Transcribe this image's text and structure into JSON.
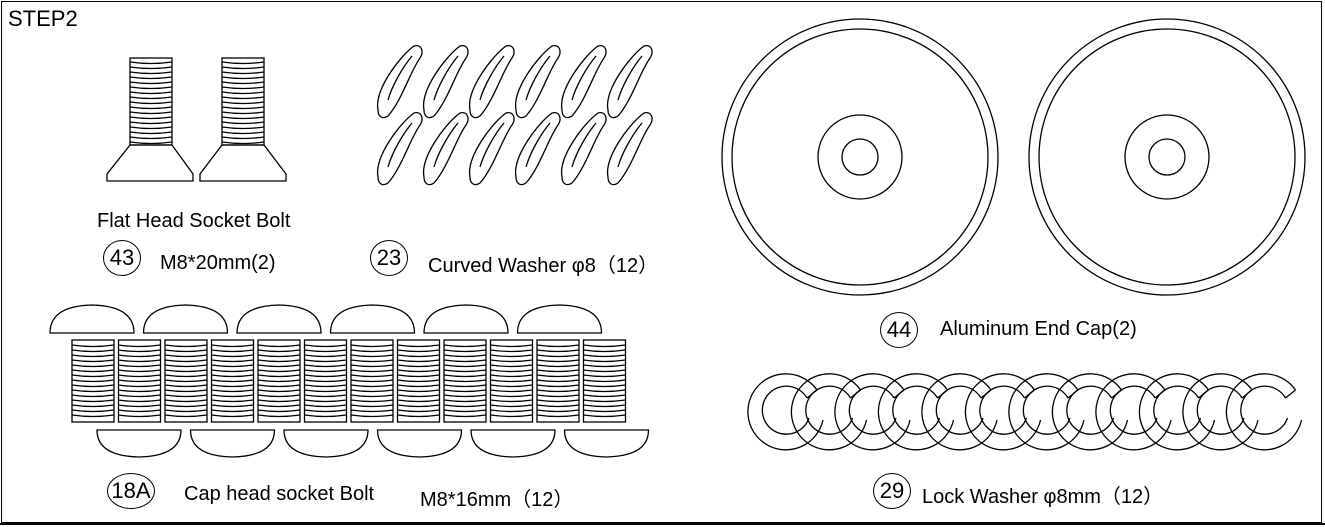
{
  "step_title": "STEP2",
  "parts": [
    {
      "number": "43",
      "name": "Flat Head Socket Bolt",
      "spec": "M8*20mm(2)"
    },
    {
      "number": "23",
      "name": "Curved Washer φ8（12）"
    },
    {
      "number": "44",
      "name": "Aluminum End Cap(2)"
    },
    {
      "number": "18A",
      "name": "Cap head socket Bolt",
      "spec": "M8*16mm（12）"
    },
    {
      "number": "29",
      "name": "Lock Washer φ8mm（12）"
    }
  ]
}
